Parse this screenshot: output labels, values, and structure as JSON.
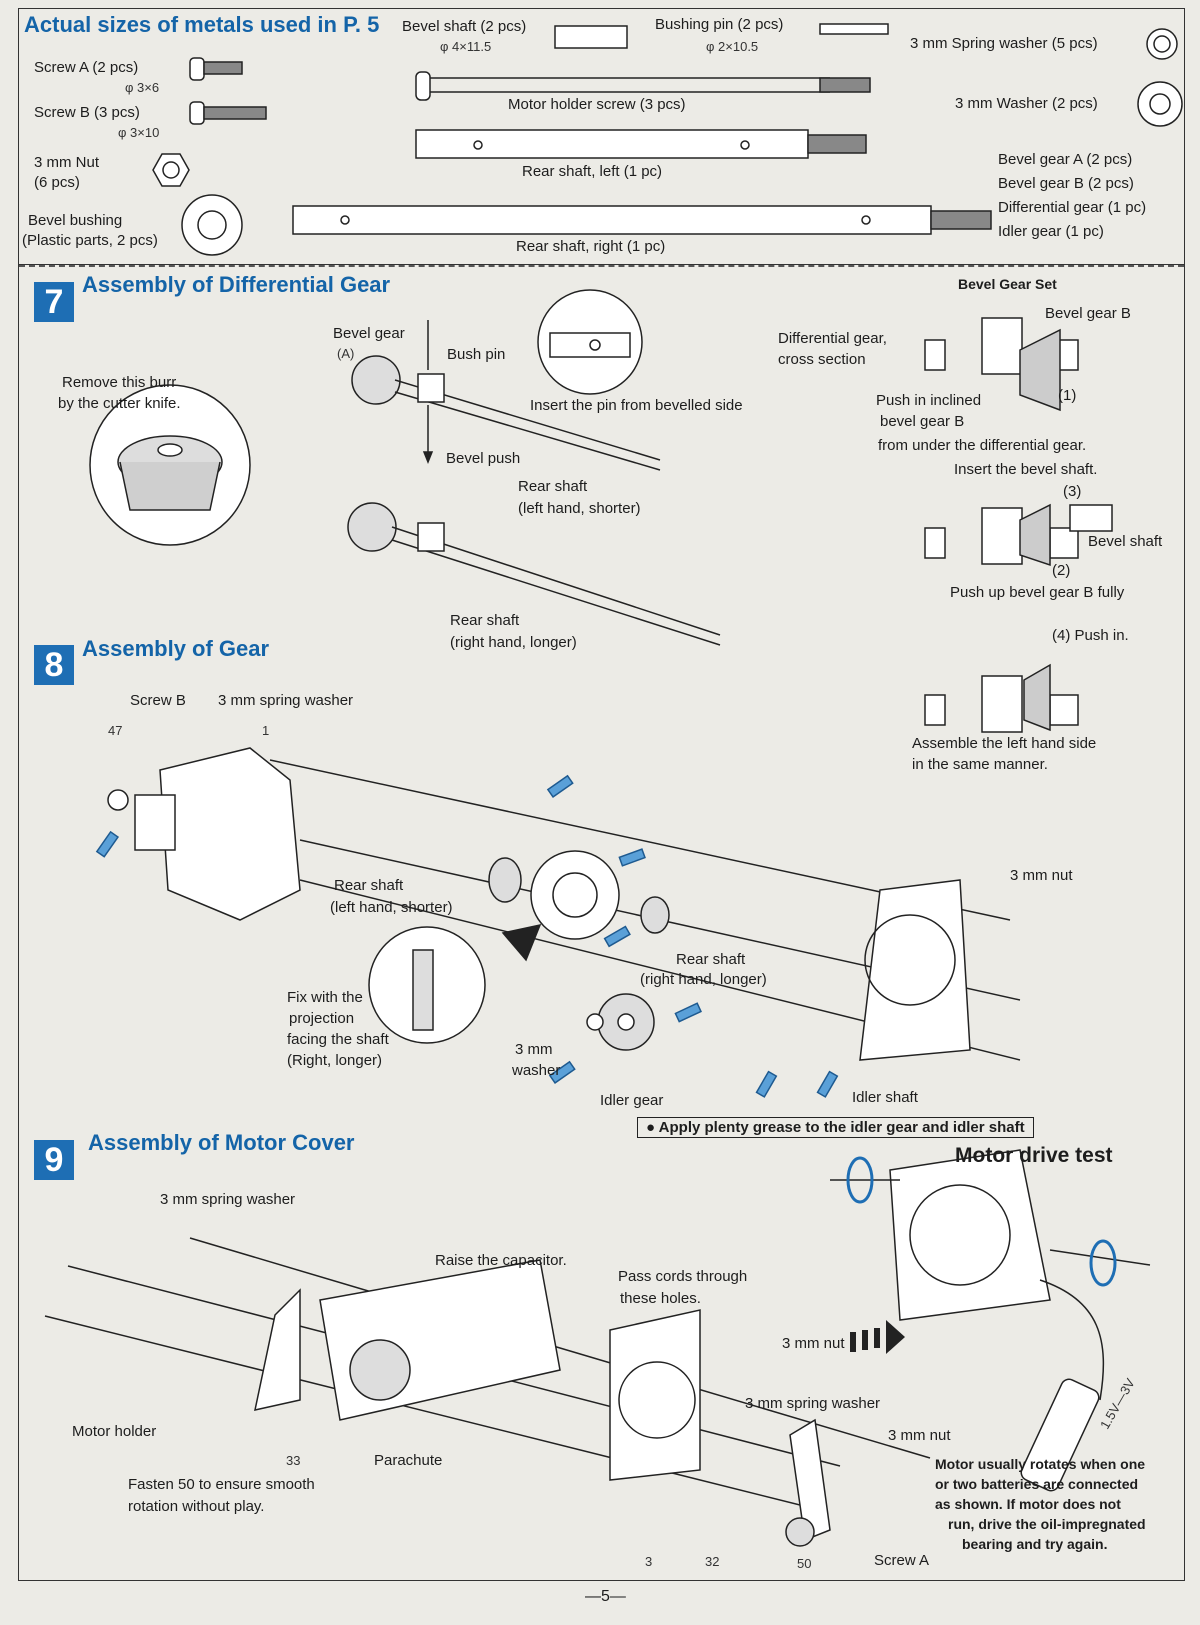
{
  "metals": {
    "title": "Actual sizes of metals used in P. 5",
    "screw_a": {
      "label": "Screw A (2 pcs)",
      "size": "φ 3×6"
    },
    "screw_b": {
      "label": "Screw B (3 pcs)",
      "size": "φ 3×10"
    },
    "nut": {
      "line1": "3 mm Nut",
      "line2": "(6 pcs)"
    },
    "bevel_bushing": {
      "line1": "Bevel bushing",
      "line2": "(Plastic parts, 2 pcs)"
    },
    "bevel_shaft": {
      "label": "Bevel shaft (2 pcs)",
      "size": "φ 4×11.5"
    },
    "bushing_pin": {
      "label": "Bushing pin (2 pcs)",
      "size": "φ 2×10.5"
    },
    "motor_holder_screw": "Motor holder screw (3 pcs)",
    "rear_shaft_left": "Rear shaft, left (1 pc)",
    "rear_shaft_right": "Rear shaft, right (1 pc)",
    "spring_washer": "3 mm Spring washer (5 pcs)",
    "washer": "3 mm Washer (2 pcs)",
    "gears": [
      "Bevel gear A (2 pcs)",
      "Bevel gear B (2 pcs)",
      "Differential gear (1 pc)",
      "Idler gear (1 pc)"
    ]
  },
  "step7": {
    "number": "7",
    "title": "Assembly of Differential Gear",
    "burr_note": [
      "Remove this burr",
      "by the cutter knife."
    ],
    "bevel_gear_a": [
      "Bevel gear",
      "(A)"
    ],
    "bush_pin": "Bush pin",
    "insert_pin": "Insert the pin from bevelled side",
    "bevel_push": "Bevel push",
    "rear_shaft_left": [
      "Rear shaft",
      "(left hand, shorter)"
    ],
    "rear_shaft_right": [
      "Rear shaft",
      "(right hand, longer)"
    ],
    "bevel_gear_set": {
      "title": "Bevel Gear Set",
      "bevel_gear_b": "Bevel gear B",
      "diff_cross": [
        "Differential gear,",
        "cross section"
      ],
      "step1_num": "(1)",
      "step1": [
        "Push in inclined",
        "bevel gear B",
        "from under the differential gear."
      ],
      "step3_intro": "Insert the bevel shaft.",
      "step3_num": "(3)",
      "bevel_shaft": "Bevel shaft",
      "step2_num": "(2)",
      "step2": "Push up bevel gear B fully",
      "step4": "(4)  Push in.",
      "assemble_left": [
        "Assemble the left hand side",
        "in the same manner."
      ]
    }
  },
  "step8": {
    "number": "8",
    "title": "Assembly of Gear",
    "screw_b": "Screw B",
    "spring_washer": "3 mm spring washer",
    "part_47": "47",
    "part_1": "1",
    "rear_shaft_left": [
      "Rear shaft",
      "(left hand, shorter)"
    ],
    "rear_shaft_right": [
      "Rear shaft",
      "(right hand, longer)"
    ],
    "nut": "3 mm nut",
    "fix_note": [
      "Fix with the",
      "projection",
      "facing the shaft",
      "(Right, longer)"
    ],
    "washer": [
      "3 mm",
      "washer"
    ],
    "idler_gear": "Idler gear",
    "idler_shaft": "Idler shaft",
    "grease_note": "● Apply plenty grease to the idler gear and idler shaft"
  },
  "step9": {
    "number": "9",
    "title": "Assembly of Motor Cover",
    "spring_washer_top": "3 mm spring washer",
    "raise_capacitor": "Raise the capacitor.",
    "pass_cords": [
      "Pass cords through",
      "these holes."
    ],
    "nut1": "3 mm nut",
    "spring_washer_mid": "3 mm spring washer",
    "nut2": "3 mm nut",
    "motor_holder": "Motor holder",
    "parachute": "Parachute",
    "fasten": [
      "Fasten  50  to ensure smooth",
      "rotation without play."
    ],
    "screw_a": "Screw A",
    "part_33": "33",
    "part_3": "3",
    "part_32": "32",
    "part_50": "50",
    "motor_test_title": "Motor drive test",
    "battery": "1.5V—3V",
    "motor_note": [
      "Motor usually rotates when one",
      "or two batteries are connected",
      "as shown.  If motor does not",
      "run, drive the oil-impregnated",
      "bearing and try again."
    ]
  },
  "page_number": "—5—"
}
